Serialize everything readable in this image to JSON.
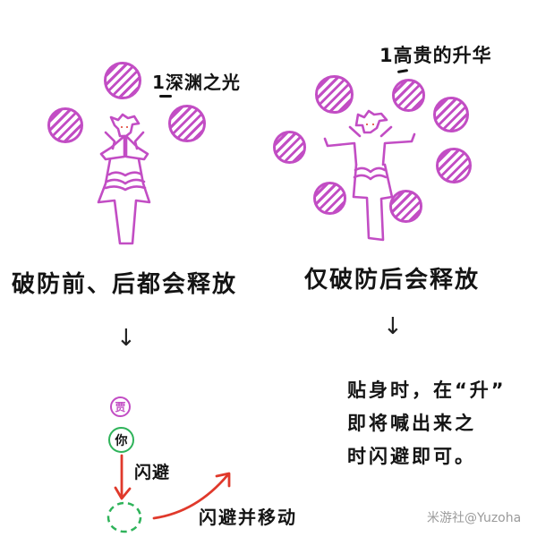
{
  "left_panel": {
    "attack_label": "1深渊之光",
    "caption": "破防前、后都会释放",
    "down_arrow": "↓",
    "orb_count": 3,
    "diagram": {
      "enemy_marker": "贾",
      "player_marker": "你",
      "dodge_label": "闪避",
      "dodge_move_label": "闪避并移动"
    }
  },
  "right_panel": {
    "attack_label": "1高贵的升华",
    "caption": "仅破防后会释放",
    "down_arrow": "↓",
    "orb_count": 7,
    "note_lines": [
      "贴身时，在“升”",
      "即将喊出来之",
      "时闪避即可。"
    ]
  },
  "watermark": "米游社@Yuzoha",
  "colors": {
    "boss": "#c24dc4",
    "player": "#2fb35a",
    "arrow": "#e0392b",
    "text": "#141414",
    "watermark": "#9a9a9a"
  }
}
